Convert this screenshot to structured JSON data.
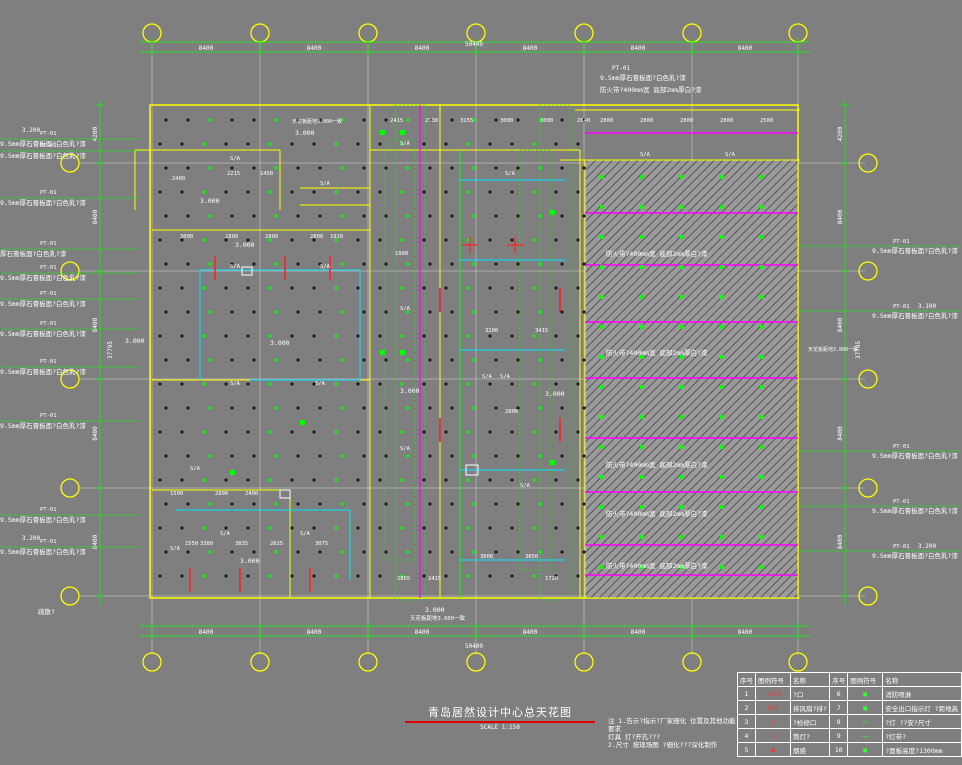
{
  "drawing": {
    "title": "青岛居然设计中心总天花图",
    "scale": "SCALE 1:150",
    "total_width": "50400",
    "total_height": "37795",
    "top_dims": [
      "8400",
      "8400",
      "8400",
      "8400",
      "8400",
      "8400"
    ],
    "bottom_dims": [
      "8400",
      "8400",
      "8400",
      "8400",
      "8400",
      "8400"
    ],
    "side_dims": [
      "4200",
      "8400",
      "8400",
      "8400",
      "8400"
    ],
    "left_labels": [
      {
        "code": "PT-01",
        "text": "9.5mm厚石膏板面?白色乳?漆",
        "elev": "3.200"
      },
      {
        "code": "PT-01",
        "text": "9.5mm厚石膏板面?白色乳?漆",
        "elev": ""
      },
      {
        "code": "PT-01",
        "text": "9.5mm厚石膏板面?白色乳?漆",
        "elev": ""
      },
      {
        "code": "PT-01",
        "text": "厚石膏板面?白色乳?漆",
        "elev": ""
      },
      {
        "code": "PT-01",
        "text": "9.5mm厚石膏板面?白色乳?漆",
        "elev": ""
      },
      {
        "code": "PT-01",
        "text": "9.5mm厚石膏板面?白色乳?漆",
        "elev": ""
      },
      {
        "code": "PT-01",
        "text": "9.5mm厚石膏板面?白色乳?漆",
        "elev": ""
      },
      {
        "code": "PT-01",
        "text": "9.5mm厚石膏板面?白色乳?漆",
        "elev": ""
      },
      {
        "code": "PT-01",
        "text": "9.5mm厚石膏板面?白色乳?漆",
        "elev": ""
      },
      {
        "code": "PT-01",
        "text": "9.5mm厚石膏板面?白色乳?漆",
        "elev": ""
      },
      {
        "code": "PT-01",
        "text": "9.5mm厚石膏板面?白色乳?漆",
        "elev": "3.200"
      }
    ],
    "right_labels": [
      {
        "code": "PT-01",
        "text": "9.5mm厚石膏板面?白色乳?漆",
        "elev": ""
      },
      {
        "code": "PT-01",
        "text": "9.5mm厚石膏板面?白色乳?漆",
        "elev": "3.100"
      },
      {
        "code": "PT-01",
        "text": "9.5mm厚石膏板面?白色乳?漆",
        "elev": ""
      },
      {
        "code": "PT-01",
        "text": "9.5mm厚石膏板面?白色乳?漆",
        "elev": ""
      },
      {
        "code": "PT-01",
        "text": "9.5mm厚石膏板面?白色乳?漆",
        "elev": "3.200"
      }
    ],
    "top_note_code": "PT-01",
    "top_note_1": "9.5mm厚石膏板面?白色乳?漆",
    "top_note_2": "防火带?400mm宽 底部2mm厚白?漆",
    "fire_notes": [
      "防火带?400mm宽 底部2mm厚白?漆",
      "防火带?400mm宽 底部2mm厚白?漆",
      "防火带?400mm宽 底部2mm厚白?漆",
      "防火带?400mm宽 底部2mm厚白?漆",
      "防火带?400mm宽 底部2mm厚白?漆"
    ],
    "elev_marks": [
      "3.000",
      "3.000",
      "3.000",
      "3.000",
      "3.000",
      "3.000",
      "3.000",
      "3.000",
      "3.000"
    ],
    "sa": "S/A",
    "bottom_left_note": "疏散?",
    "bottom_center_note": "天花板距地3.000一致",
    "inner_note_left": "天花板距地3.000一致",
    "inner_note_right": "天花板距地3.000一致",
    "inner_dims": [
      "2415",
      "2630",
      "3155",
      "3000",
      "3000",
      "2640",
      "2800",
      "2800",
      "2800",
      "2800",
      "2500",
      "2400",
      "2215",
      "1450",
      "3000",
      "2800",
      "2800",
      "2800",
      "1920",
      "3200",
      "3415",
      "2800",
      "3000",
      "3050",
      "1720",
      "2415",
      "2865",
      "3380",
      "3835",
      "2625",
      "3075",
      "1550",
      "1500",
      "2800",
      "2400",
      "1900"
    ]
  },
  "notes": {
    "line1": "注 1.告示?指示?厂家细化 位置及其他功能要求",
    "line2": "灯具 灯?开孔???",
    "line3": "2.尺寸 按现场图 ?细化???深化制作"
  },
  "legend": {
    "rows": [
      {
        "no": "1",
        "sym": "—S/A",
        "name": "?口",
        "no2": "6",
        "sym2": "■",
        "name2": "消防喷淋"
      },
      {
        "no": "2",
        "sym": "E/F",
        "name": "排风扇?排?",
        "no2": "7",
        "sym2": "■",
        "name2": "安全出口指示灯 ?距地高"
      },
      {
        "no": "3",
        "sym": "□",
        "name": "?检修口",
        "no2": "8",
        "sym2": "▭",
        "name2": "?灯 ??安?尺寸"
      },
      {
        "no": "4",
        "sym": "○",
        "name": "筒灯?",
        "no2": "9",
        "sym2": "——",
        "name2": "?灯带?"
      },
      {
        "no": "5",
        "sym": "●",
        "name": "烟感",
        "no2": "10",
        "sym2": "■",
        "name2": "?面板高度?1300mm"
      }
    ],
    "headers": [
      "序号",
      "图例符号",
      "名称",
      "序号",
      "图例符号",
      "名称"
    ]
  }
}
